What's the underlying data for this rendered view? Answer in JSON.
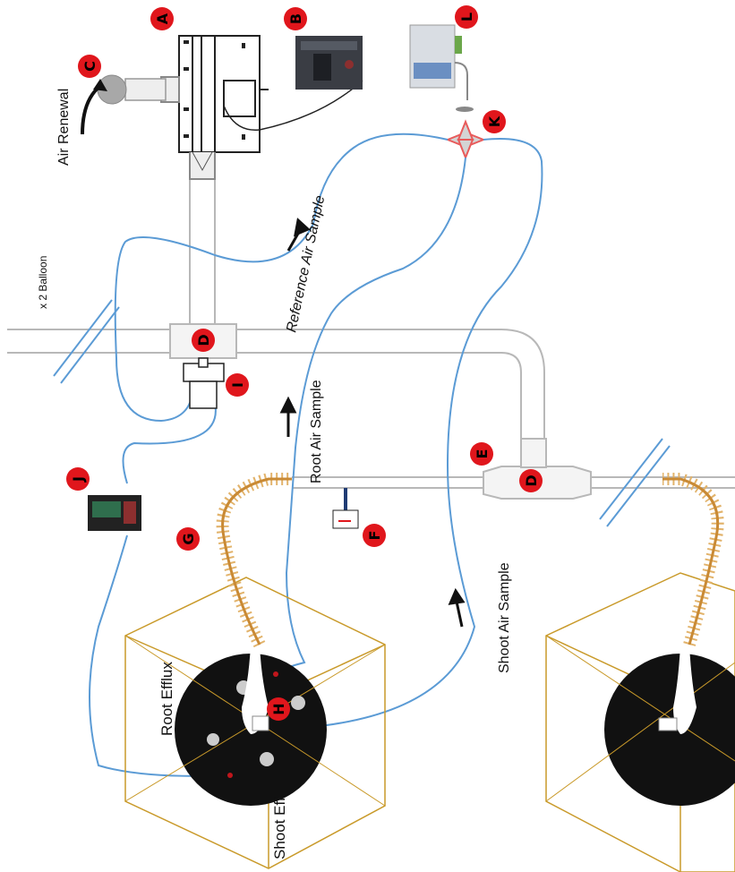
{
  "labels": {
    "balloon": "x 2 Balloon",
    "air_renewal": "Air Renewal",
    "reference_air_sample": "Reference Air Sample",
    "root_air_sample": "Root Air Sample",
    "shoot_air_sample": "Shoot Air Sample",
    "root_efflux": "Root Efflux",
    "shoot_efflux": "Shoot Eff"
  },
  "markers": {
    "A": "A",
    "B": "B",
    "C": "C",
    "D1": "D",
    "D2": "D",
    "E": "E",
    "F": "F",
    "G": "G",
    "H": "H",
    "I": "I",
    "J": "J",
    "K": "K",
    "L": "L"
  },
  "colors": {
    "marker_red": "#e0161c",
    "tube_blue": "#5b9bd5",
    "duct_gray": "#b8b8b8",
    "hose_orange": "#e2b36b",
    "box_gold": "#c99a2a",
    "chamber_black": "#111111",
    "valve_red": "#e85b5b"
  }
}
